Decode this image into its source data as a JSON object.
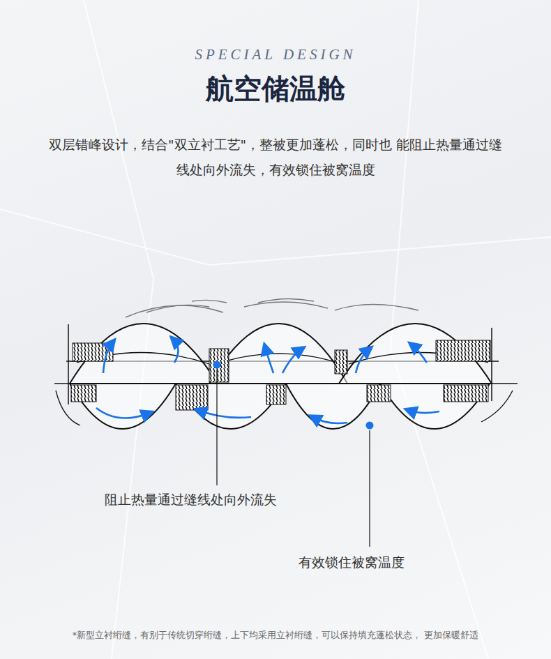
{
  "diagram": {
    "title": "航空储温舱",
    "caption": "*新型立衬绗缝，有别于传统切穿绗缝，上下均采用立衬绗缝，可以保持填充蓬松状态， 更加保暖舒适",
    "labels": [
      "SPECIAL DESIGN",
      "双层错峰设计，结合\"双立衬工艺\"，整被更加蓬松，同时也 能阻止热量通过缝线处向外流失，有效锁住被窝温度",
      "阻止热量通过缝线处向外流失",
      "有效锁住被窝温度"
    ]
  }
}
